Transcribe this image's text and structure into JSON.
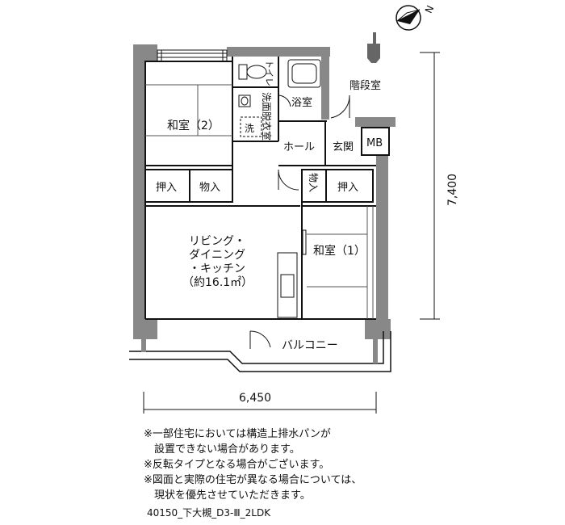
{
  "rooms": {
    "washitsu2": "和室（2）",
    "oshiire_a": "押入",
    "oshiire_b": "物入",
    "toilet": "トイレ",
    "senmen": "洗面脱衣室",
    "sentaku": "洗",
    "yokushitsu": "浴室",
    "kaidanshitsu": "階段室",
    "hall": "ホール",
    "genkan": "玄関",
    "mb": "MB",
    "monoire_small": "物入",
    "oshiire_c": "押入",
    "ldk_line1": "リビング・",
    "ldk_line2": "ダイニング",
    "ldk_line3": "・キッチン",
    "ldk_area": "（約16.1㎡）",
    "washitsu1": "和室（1）",
    "balcony": "バルコニー"
  },
  "dimensions": {
    "width": "6,450",
    "depth": "7,400"
  },
  "compass": "N",
  "notes": {
    "line1": "※一部住宅においては構造上排水パンが",
    "line2": "　設置できない場合があります。",
    "line3": "※反転タイプとなる場合がございます。",
    "line4": "※図面と実際の住宅が異なる場合については、",
    "line5": "　現状を優先させていただきます。"
  },
  "plan_code": "40150_下大槻_D3-Ⅲ_2LDK"
}
